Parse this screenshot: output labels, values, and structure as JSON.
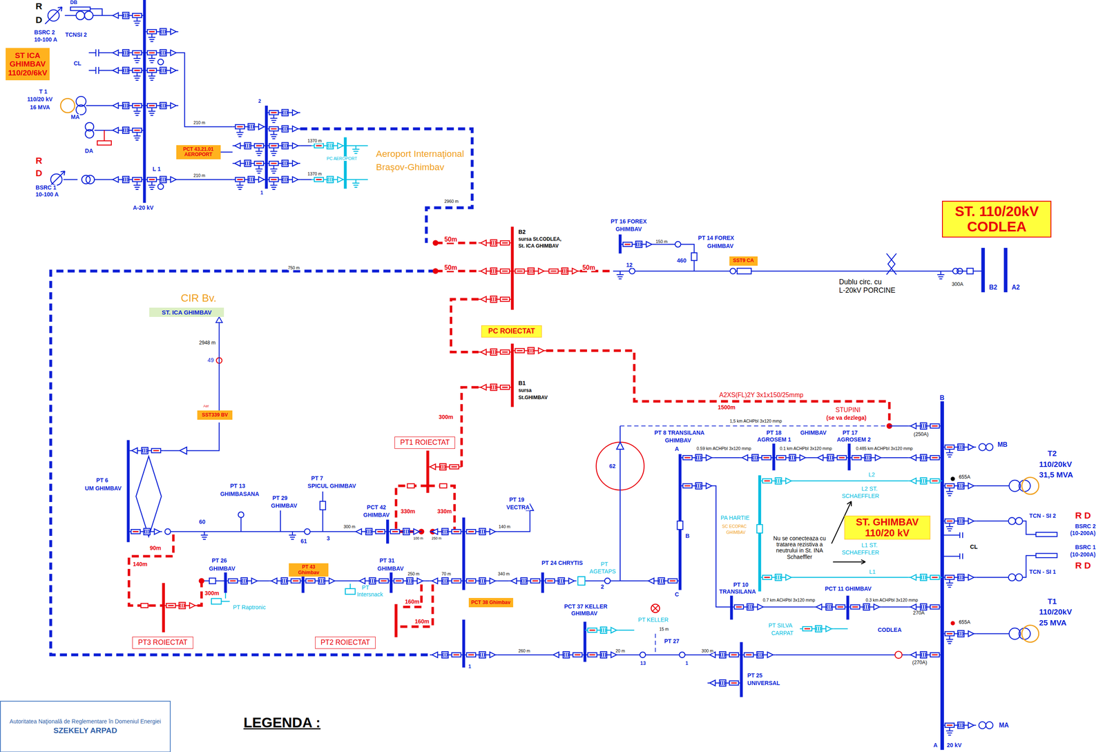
{
  "diagram": {
    "nodes": [
      {
        "text": [
          "ST ICA GHIMBAV 110/20/6kV"
        ]
      },
      {
        "text": [
          "PCT 43.21.01 AEROPORT"
        ]
      },
      {
        "text": [
          "ST. 110/20kV CODLEA"
        ]
      },
      {
        "text": [
          "SST9 CA"
        ]
      },
      {
        "text": [
          "ST. ICA GHIMBAV"
        ]
      },
      {
        "text": [
          "PC ROIECTAT"
        ]
      },
      {
        "text": [
          "SST339 BV"
        ]
      },
      {
        "text": [
          "PT1 ROIECTAT"
        ]
      },
      {
        "text": [
          "ST. GHIMBAV 110/20 kV"
        ]
      },
      {
        "text": [
          "PT 43 Ghimbav"
        ]
      },
      {
        "text": [
          "PCT 38 Ghimbav"
        ]
      },
      {
        "text": [
          "PT3 ROIECTAT"
        ]
      },
      {
        "text": [
          "PT2 ROIECTAT"
        ]
      },
      {
        "text": [
          "Autoritatea Naţională de Reglementare în Domeniul Energiei",
          "SZEKELY ARPAD"
        ]
      }
    ],
    "edges": [
      {
        "from": 6,
        "to": 4,
        "arrow": "to",
        "label": "2948 m"
      }
    ],
    "labels": [
      "R",
      "D",
      "DB",
      "BSRC 2",
      "10-100 A",
      "TCNSI 2",
      "CL",
      "T 1",
      "110/20 kV",
      "16 MVA",
      "MA",
      "DA",
      "R",
      "D",
      "BSRC 1",
      "10-100 A",
      "L 1",
      "A-20 kV",
      "210 m",
      "210 m",
      "2",
      "1",
      "1370 m",
      "1370 m",
      "PC AEROPORT",
      "Aeroport Internaţional",
      "Braşov-Ghimbav",
      "2960 m",
      "50m",
      "50m",
      "750 m",
      "B2",
      "sursa St.CODLEA,",
      "St. ICA GHIMBAV",
      "50m",
      "12",
      "PT 16 FOREX",
      "GHIMBAV",
      "150 m",
      "PT 14 FOREX",
      "GHIMBAV",
      "460",
      "Dublu circ. cu",
      "L-20kV PORCINE",
      "300A",
      "B2",
      "A2",
      "CIR Bv.",
      "49",
      "Aer",
      "B1",
      "sursa",
      "St.GHIMBAV",
      "300m",
      "A2XS(FL)2Y 3x1x150/25mmp",
      "1500m",
      "1,5 km ACHPbI 3x120 mmp",
      "STUPINI",
      "(se va dezlega)",
      "(250A)",
      "B",
      "PT 8 TRANSILANA",
      "GHIMBAV",
      "A",
      "0.59 km ACHPbI 3x120 mmp",
      "PT 18",
      "AGROSEM 1",
      "GHIMBAV",
      "0.1 km ACHPbI 3x120 mmp",
      "PT 17",
      "AGROSEM 2",
      "0.485 km ACHPbI 3x120 mmp",
      "62",
      "MB",
      "T2",
      "110/20kV",
      "31,5 MVA",
      "655A",
      "L2",
      "L2 ST.",
      "SCHAEFFLER",
      "PA HARTIE",
      "SC ECOPAC",
      "GHIMBAV",
      "Nu se conecteaza cu tratarea rezistiva a neutrului in St. INA Schaeffler",
      "CL",
      "TCN - SI 2",
      "R D",
      "BSRC 2",
      "(10-200A)",
      "BSRC 1",
      "(10-200A)",
      "R D",
      "L1 ST.",
      "SCHAEFFLER",
      "L1",
      "TCN - SI 1",
      "T1",
      "110/20kV",
      "25 MVA",
      "655A",
      "B",
      "C",
      "PT 10",
      "TRANSILANA",
      "0.7 km ACHPbI 3x120 mmp",
      "PCT 11 GHIMBAV",
      "0.3 km ACHPbI 3x120 mmp",
      "270A",
      "PT SILVA",
      "CARPAT",
      "CODLEA",
      "(270A)",
      "MA",
      "A",
      "20 kV",
      "PT 6",
      "UM GHIMBAV",
      "PT 13",
      "GHIMBASANA",
      "PT 29",
      "GHIMBAV",
      "PT 7",
      "SPICUL GHIMBAV",
      "60",
      "61",
      "3",
      "300 m",
      "PCT 42",
      "GHIMBAV",
      "330m",
      "330m",
      "100 m",
      "250 m",
      "140 m",
      "PT 19",
      "VECTRA",
      "90m",
      "140m",
      "300m",
      "PT 26",
      "GHIMBAV",
      "PT 31",
      "GHIMBAV",
      "250 m",
      "70 m",
      "340 m",
      "PT 24 CHRYTIS",
      "PT",
      "AGETAPS",
      "2",
      "PT Raptronic",
      "PT",
      "Intersnack",
      "160m",
      "160m",
      "1",
      "260 m",
      "PCT 37 KELLER",
      "GHIMBAV",
      "PT KELLER",
      "15 m",
      "20 m",
      "13",
      "PT 27",
      "1",
      "300 m",
      "PT 25",
      "UNIVERSAL",
      "LEGENDA :"
    ]
  }
}
